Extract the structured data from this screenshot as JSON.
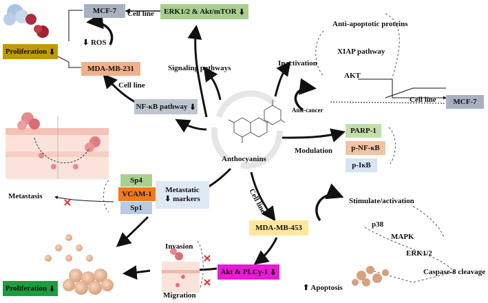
{
  "colors": {
    "grey_box": "#a9b1c0",
    "green_box": "#a9cf8f",
    "orange_box": "#f0b08a",
    "blue_box": "#cfdff1",
    "gold_box": "#c19a0b",
    "dark_green_box": "#1e9d3e",
    "yellow_box": "#fde79a",
    "magenta_box": "#e81ad6",
    "sp_orange": "#f07a1c",
    "red_x": "#d9332f"
  },
  "icons": {
    "down_arrow": "black-down-arrow-icon",
    "up_arrow": "black-up-arrow-icon",
    "blocked": "red-x-icon"
  },
  "center": {
    "label": "Anthocyanins"
  },
  "left_top": {
    "mcf7": "MCF-7",
    "cell_line_1": "Cell line",
    "erk_akt": "ERK1/2 & Akt/mTOR",
    "ros": "ROS",
    "proliferation": "Proliferation",
    "mda231": "MDA-MB-231",
    "cell_line_2": "Cell line",
    "signaling": "Signaling pathways",
    "nfkb": "NF-κB pathway"
  },
  "right_top": {
    "anti_apoptotic": "Anti-apoptotic proteins",
    "xiap": "XIAP pathway",
    "akt": "AKT",
    "inactivation": "Inactivation",
    "anti_cancer": "Anti-cancer",
    "cell_line": "Cell line",
    "mcf7": "MCF-7",
    "modulation": "Modulation",
    "parp1": "PARP-1",
    "p_nfkb": "p-NF-κB",
    "p_ikb": "p-IκB"
  },
  "left_bottom": {
    "metastasis": "Metastasis",
    "sp4": "Sp4",
    "vcam1": "VCAM-1",
    "sp1": "Sp1",
    "metastatic_markers_1": "Metastatic",
    "metastatic_markers_2": "markers",
    "invasion": "Invasion",
    "migration": "Migration",
    "proliferation": "Proliferation"
  },
  "right_bottom": {
    "cell_line": "Cell line",
    "mda453": "MDA-MB-453",
    "akt_plc": "Akt & PLCγ-1",
    "stimulate": "Stimulate/activation",
    "p38": "p38",
    "mapk": "MAPK",
    "erk": "ERK1/2",
    "caspase": "Caspase-8 cleavage",
    "apoptosis": "Apoptosis"
  }
}
